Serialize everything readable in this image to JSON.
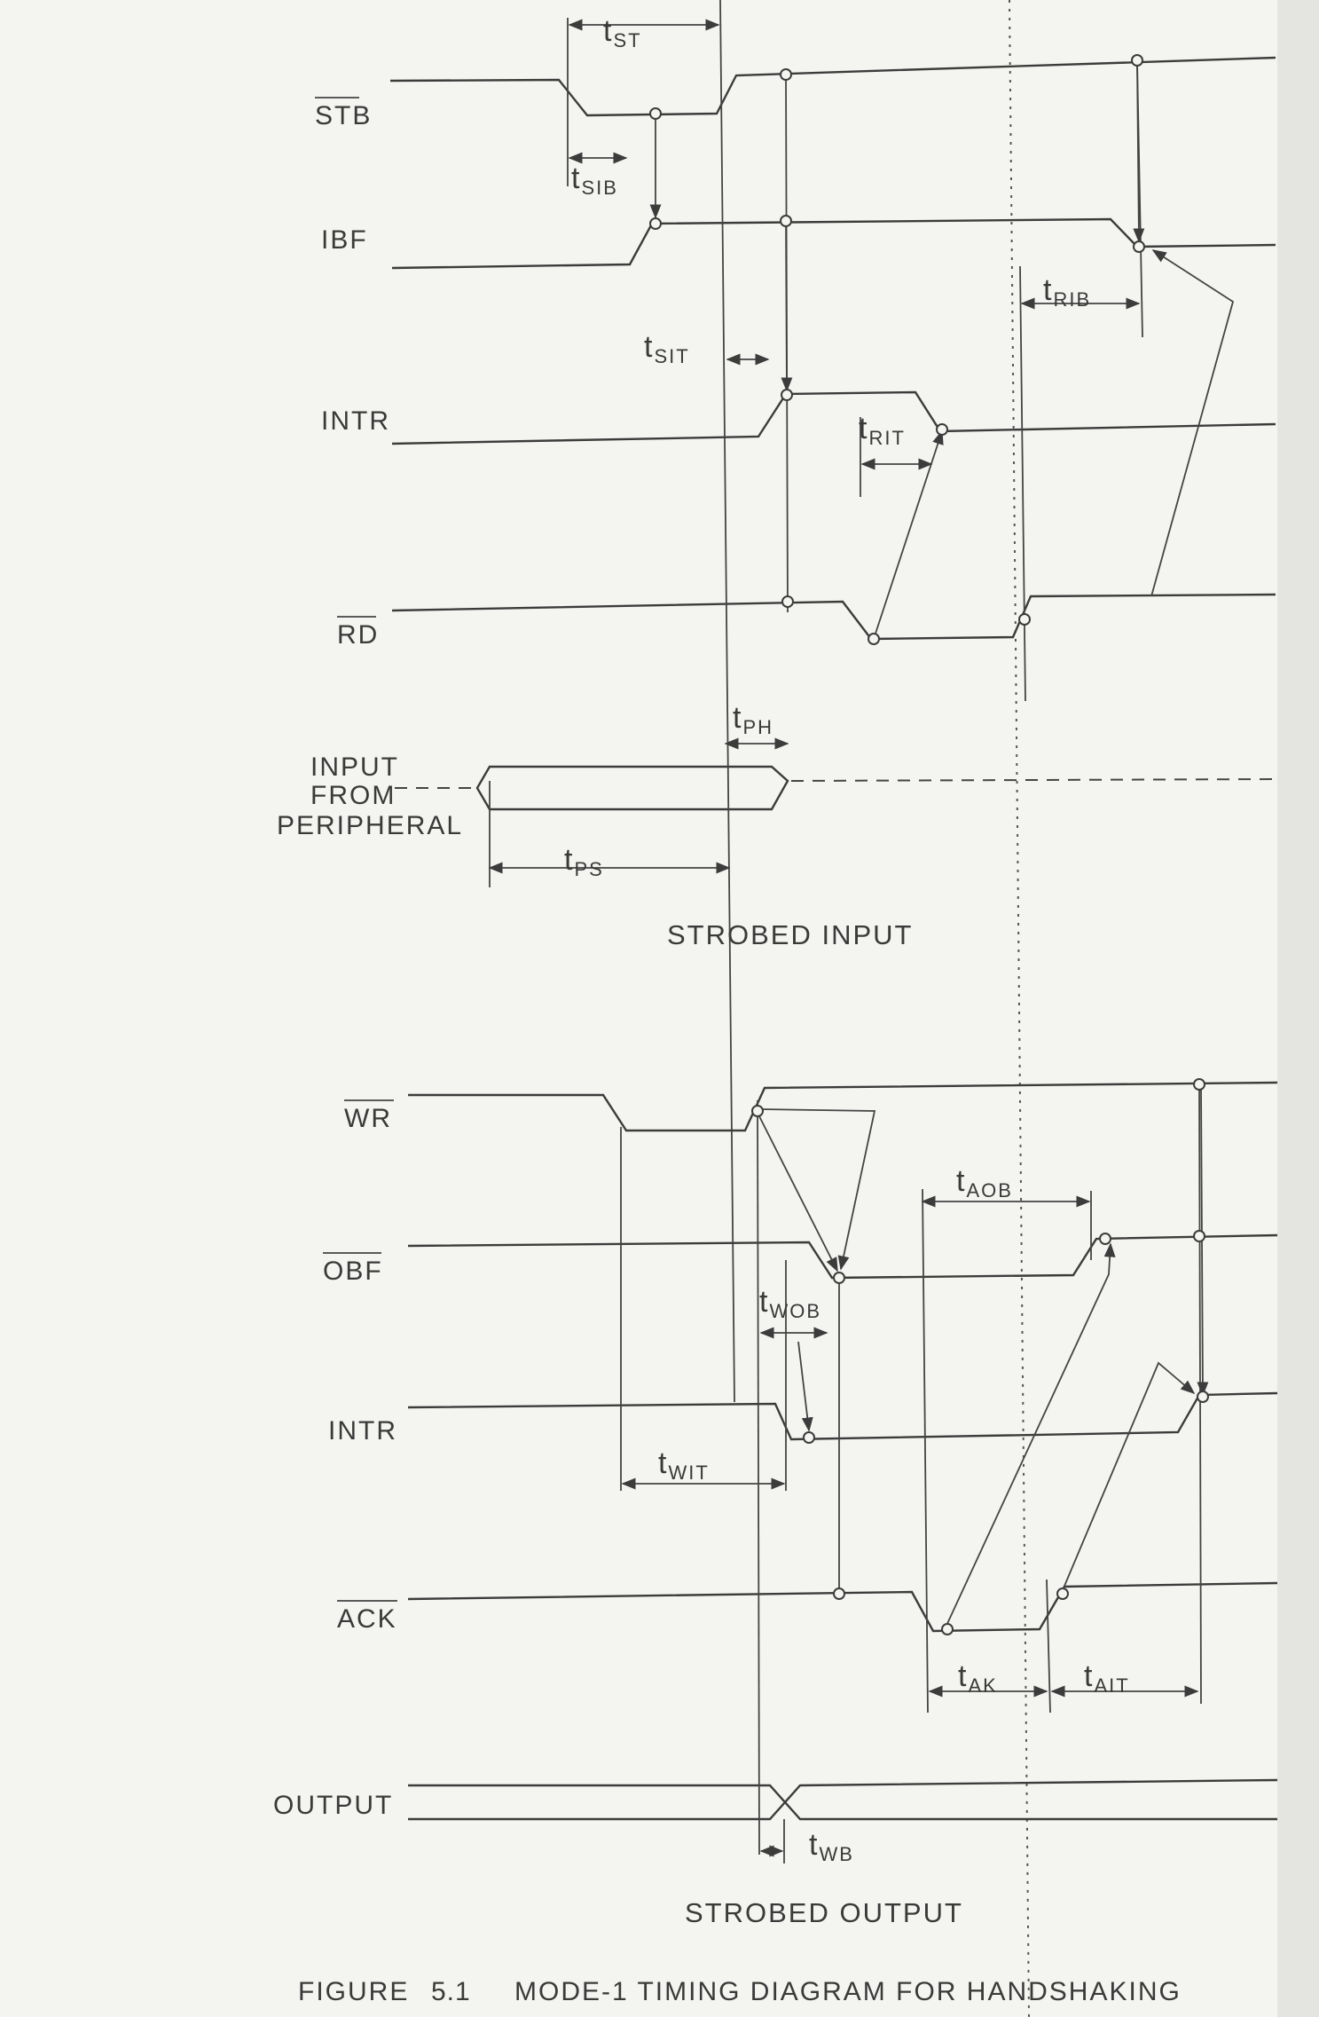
{
  "strobed_input": {
    "title": "STROBED INPUT",
    "signals": {
      "stb": "STB",
      "ibf": "IBF",
      "intr": "INTR",
      "rd": "RD",
      "input_line1": "INPUT",
      "input_line2": "FROM",
      "input_line3": "PERIPHERAL"
    },
    "timings": {
      "t_st": {
        "t": "t",
        "sub": "ST"
      },
      "t_sib": {
        "t": "t",
        "sub": "SIB"
      },
      "t_sit": {
        "t": "t",
        "sub": "SIT"
      },
      "t_rib": {
        "t": "t",
        "sub": "RIB"
      },
      "t_rit": {
        "t": "t",
        "sub": "RIT"
      },
      "t_ph": {
        "t": "t",
        "sub": "PH"
      },
      "t_ps": {
        "t": "t",
        "sub": "PS"
      }
    }
  },
  "strobed_output": {
    "title": "STROBED OUTPUT",
    "signals": {
      "wr": "WR",
      "obf": "OBF",
      "intr": "INTR",
      "ack": "ACK",
      "output": "OUTPUT"
    },
    "timings": {
      "t_aob": {
        "t": "t",
        "sub": "AOB"
      },
      "t_wob": {
        "t": "t",
        "sub": "WOB"
      },
      "t_wit": {
        "t": "t",
        "sub": "WIT"
      },
      "t_ak": {
        "t": "t",
        "sub": "AK"
      },
      "t_ait": {
        "t": "t",
        "sub": "AIT"
      },
      "t_wb": {
        "t": "t",
        "sub": "WB"
      }
    }
  },
  "caption": {
    "figure": "FIGURE",
    "number": "5.1",
    "text": "MODE-1 TIMING DIAGRAM FOR HANDSHAKING"
  }
}
